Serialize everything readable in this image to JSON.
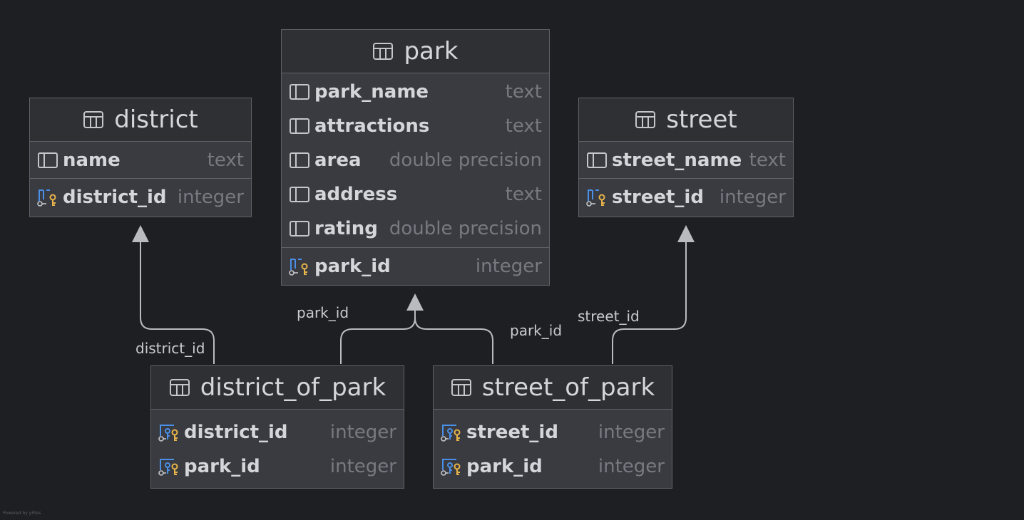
{
  "tables": {
    "park": {
      "name": "park",
      "columns": [
        {
          "name": "park_name",
          "type": "text",
          "icon": "column-icon"
        },
        {
          "name": "attractions",
          "type": "text",
          "icon": "column-icon"
        },
        {
          "name": "area",
          "type": "double precision",
          "icon": "column-icon"
        },
        {
          "name": "address",
          "type": "text",
          "icon": "column-icon"
        },
        {
          "name": "rating",
          "type": "double precision",
          "icon": "column-icon"
        }
      ],
      "keys": [
        {
          "name": "park_id",
          "type": "integer",
          "icon": "primary-key-icon"
        }
      ]
    },
    "district": {
      "name": "district",
      "columns": [
        {
          "name": "name",
          "type": "text",
          "icon": "column-icon"
        }
      ],
      "keys": [
        {
          "name": "district_id",
          "type": "integer",
          "icon": "primary-key-icon"
        }
      ]
    },
    "street": {
      "name": "street",
      "columns": [
        {
          "name": "street_name",
          "type": "text",
          "icon": "column-icon"
        }
      ],
      "keys": [
        {
          "name": "street_id",
          "type": "integer",
          "icon": "primary-key-icon"
        }
      ]
    },
    "district_of_park": {
      "name": "district_of_park",
      "keys": [
        {
          "name": "district_id",
          "type": "integer",
          "icon": "foreign-primary-key-icon"
        },
        {
          "name": "park_id",
          "type": "integer",
          "icon": "foreign-primary-key-icon"
        }
      ]
    },
    "street_of_park": {
      "name": "street_of_park",
      "keys": [
        {
          "name": "street_id",
          "type": "integer",
          "icon": "foreign-primary-key-icon"
        },
        {
          "name": "park_id",
          "type": "integer",
          "icon": "foreign-primary-key-icon"
        }
      ]
    }
  },
  "relations": [
    {
      "from": "district_of_park",
      "to": "district",
      "label": "district_id"
    },
    {
      "from": "district_of_park",
      "to": "park",
      "label": "park_id"
    },
    {
      "from": "street_of_park",
      "to": "park",
      "label": "park_id"
    },
    {
      "from": "street_of_park",
      "to": "street",
      "label": "street_id"
    }
  ],
  "footer": {
    "credit": "Powered by yFiles"
  },
  "colors": {
    "background": "#1e1f22",
    "table_body": "#393b40",
    "table_header": "#2f3033",
    "border": "#5f6167",
    "column_name": "#d4d6da",
    "column_type": "#777a80",
    "edge": "#b9bbbe",
    "key_gold": "#e8b44a",
    "key_blue": "#4a8fe8"
  }
}
